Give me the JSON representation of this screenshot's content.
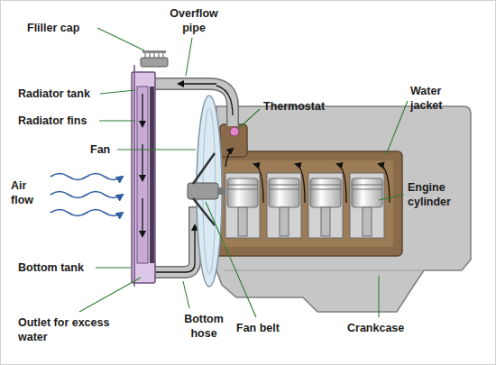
{
  "diagram": {
    "labels": [
      "Fliller cap",
      "Overflow pipe",
      "Thermostat",
      "Radiator tank",
      "Radiator fins",
      "Water jacket",
      "Fan",
      "Air flow",
      "Engine cylinder",
      "Bottom tank",
      "Outlet for excess water",
      "Bottom hose",
      "Fan belt",
      "Crankcase"
    ]
  }
}
